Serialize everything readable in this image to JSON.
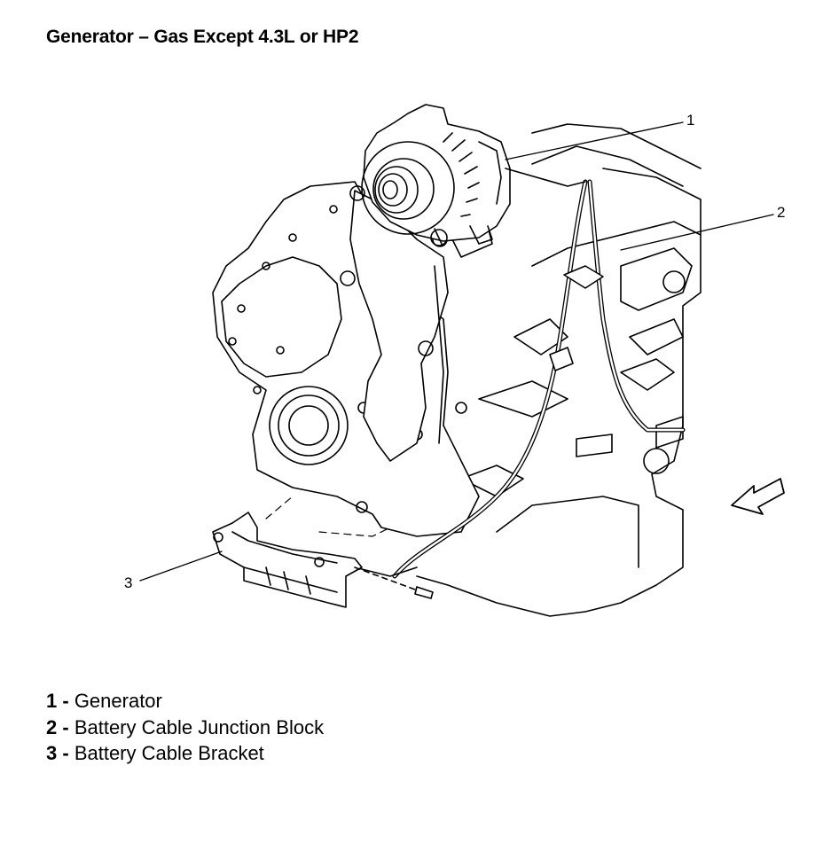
{
  "title": "Generator – Gas Except 4.3L or HP2",
  "callouts": {
    "c1": "1",
    "c2": "2",
    "c3": "3"
  },
  "legend": [
    {
      "num": "1",
      "sep": " - ",
      "label": "Generator"
    },
    {
      "num": "2",
      "sep": " - ",
      "label": "Battery Cable Junction Block"
    },
    {
      "num": "3",
      "sep": " - ",
      "label": "Battery Cable Bracket"
    }
  ]
}
